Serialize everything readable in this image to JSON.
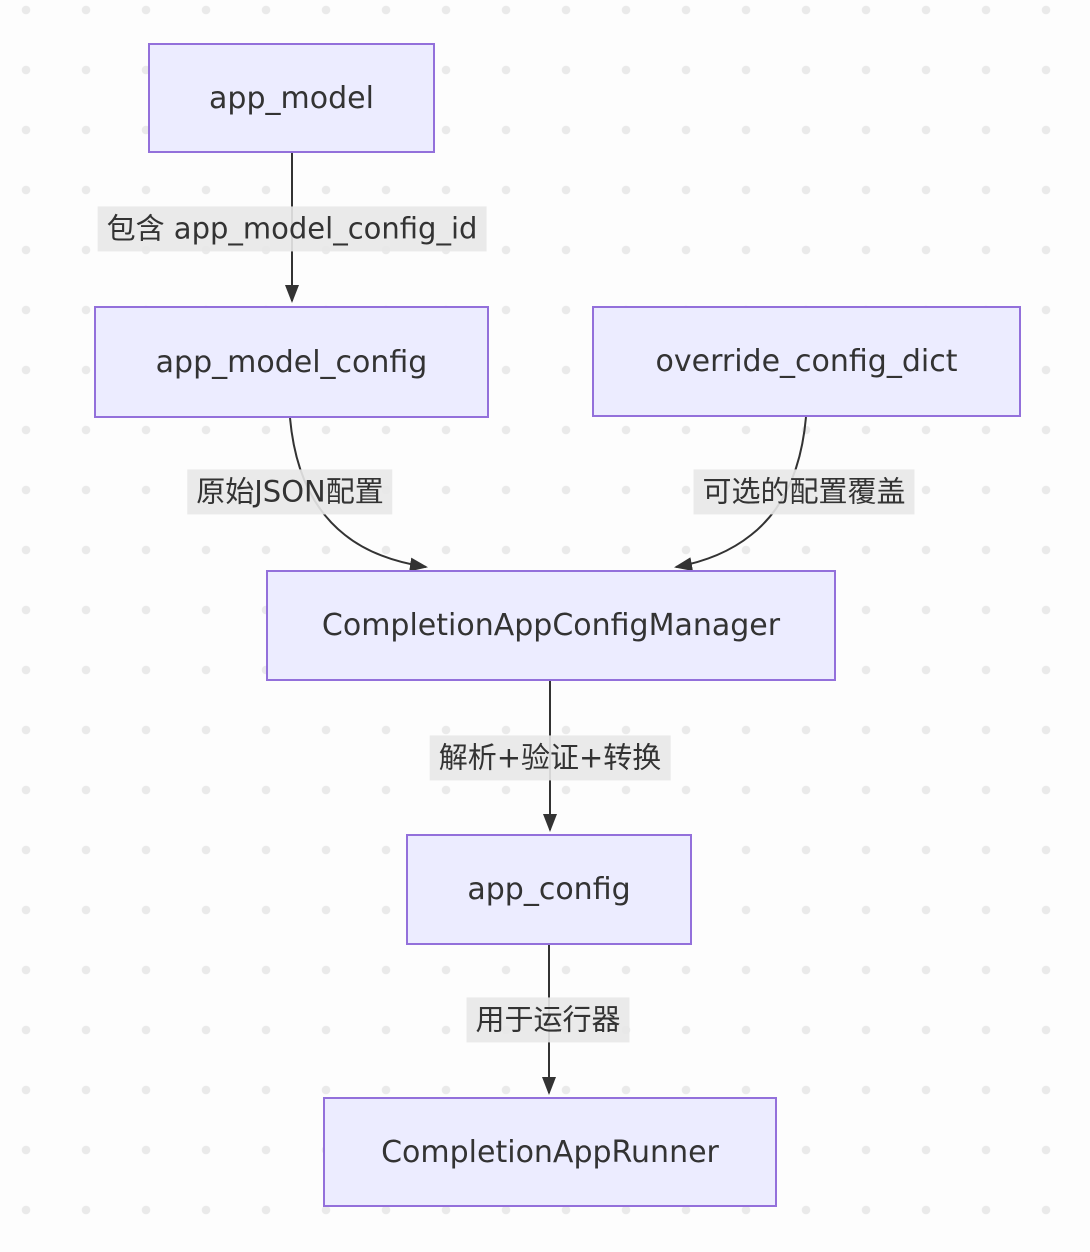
{
  "diagram": {
    "type": "flowchart-top-down",
    "nodes": {
      "app_model": {
        "label": "app_model"
      },
      "app_model_config": {
        "label": "app_model_config"
      },
      "override_config_dict": {
        "label": "override_config_dict"
      },
      "config_manager": {
        "label": "CompletionAppConfigManager"
      },
      "app_config": {
        "label": "app_config"
      },
      "app_runner": {
        "label": "CompletionAppRunner"
      }
    },
    "edges": {
      "e1": {
        "from": "app_model",
        "to": "app_model_config",
        "label": "包含 app_model_config_id"
      },
      "e2": {
        "from": "app_model_config",
        "to": "config_manager",
        "label": "原始JSON配置"
      },
      "e3": {
        "from": "override_config_dict",
        "to": "config_manager",
        "label": "可选的配置覆盖"
      },
      "e4": {
        "from": "config_manager",
        "to": "app_config",
        "label": "解析+验证+转换"
      },
      "e5": {
        "from": "app_config",
        "to": "app_runner",
        "label": "用于运行器"
      }
    },
    "colors": {
      "node_fill": "#ECECFF",
      "node_border": "#9370DB",
      "edge_line": "#333333",
      "arrowhead": "#333333",
      "edge_label_bg": "#e8e8e8",
      "text": "#333333",
      "background": "#fdfdfd",
      "grid_dot": "#eaeaea"
    }
  }
}
